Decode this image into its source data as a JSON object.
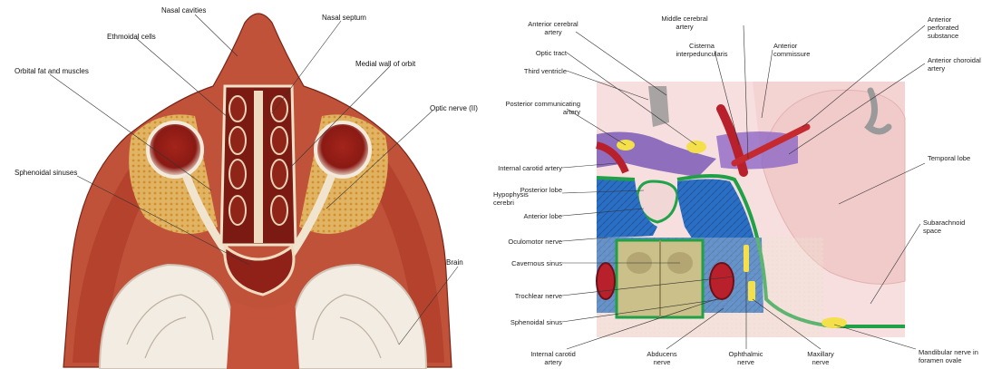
{
  "left": {
    "labels": {
      "nasal_cavities": "Nasal cavities",
      "ethmoidal_cells": "Ethmoidal cells",
      "nasal_septum": "Nasal septum",
      "orbital_fat": "Orbital fat and muscles",
      "medial_wall": "Medial wall of orbit",
      "optic_nerve": "Optic nerve (II)",
      "sphenoidal_sinuses": "Sphenoidal sinuses",
      "brain": "Brain"
    }
  },
  "right": {
    "labels": {
      "anterior_cerebral_artery": "Anterior cerebral artery",
      "middle_cerebral_artery": "Middle cerebral artery",
      "anterior_perforated_substance": "Anterior perforated substance",
      "optic_tract": "Optic tract",
      "cisterna": "Cisterna interpeduncularis",
      "anterior_commissure": "Anterior commissure",
      "third_ventricle": "Third ventricle",
      "anterior_choroidal_artery": "Anterior choroidal artery",
      "posterior_communicating_artery": "Posterior communicating artery",
      "internal_carotid_artery_top": "Internal carotid artery",
      "temporal_lobe": "Temporal lobe",
      "hypophysis_cerebri": "Hypophysis cerebri",
      "posterior_lobe": "Posterior lobe",
      "anterior_lobe": "Anterior lobe",
      "subarachnoid_space": "Subarachnoid space",
      "oculomotor_nerve": "Oculomotor nerve",
      "cavernous_sinus": "Cavernous sinus",
      "trochlear_nerve": "Trochlear nerve",
      "sphenoidal_sinus": "Sphenoidal sinus",
      "internal_carotid_artery_bottom": "Internal carotid artery",
      "abducens_nerve": "Abducens nerve",
      "ophthalmic_nerve": "Ophthalmic nerve",
      "maxillary_nerve": "Maxillary nerve",
      "mandibular_nerve": "Mandibular nerve in foramen ovale"
    }
  }
}
